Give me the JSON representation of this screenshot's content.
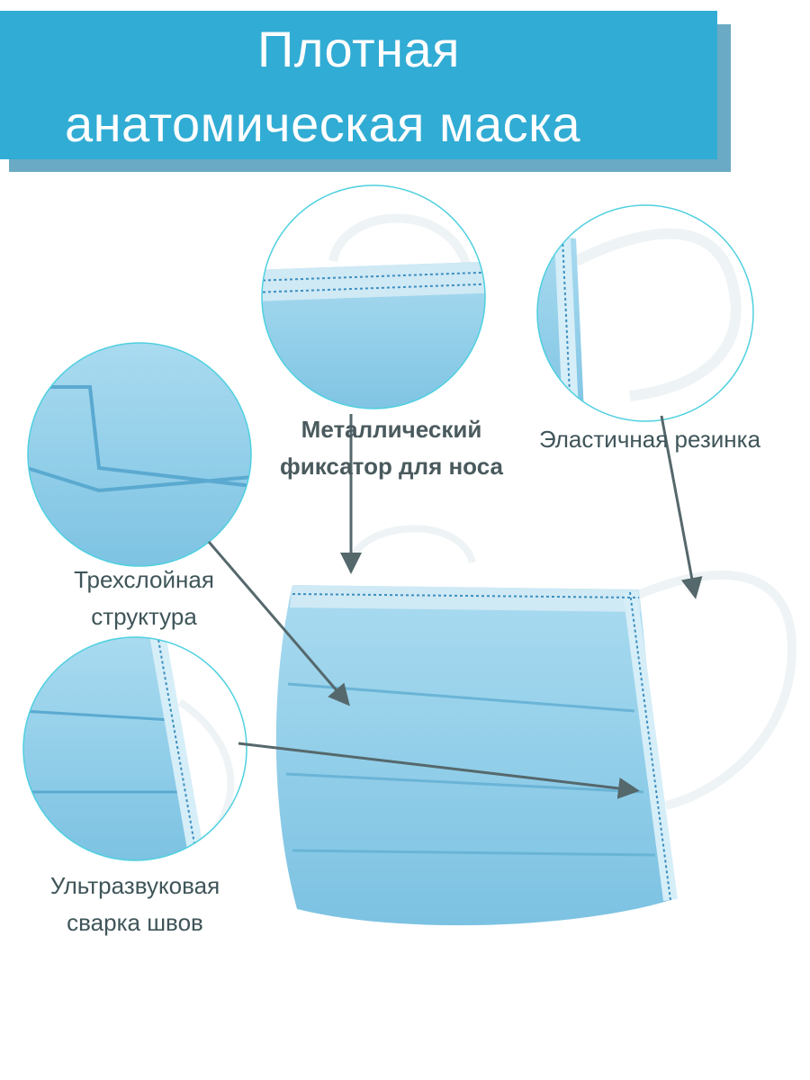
{
  "title": {
    "line1": "Плотная",
    "line2": "анатомическая маска"
  },
  "labels": {
    "nose_clip": {
      "line1": "Металлический",
      "line2": "фиксатор для носа"
    },
    "ear_loop": "Эластичная резинка",
    "layers": {
      "line1": "Трехслойная",
      "line2": "структура"
    },
    "welding": {
      "line1": "Ультразвуковая",
      "line2": "сварка швов"
    }
  },
  "colors": {
    "banner": "#31acd4",
    "banner_shadow": "#6aaac4",
    "mask": "#8fcbe6",
    "arrow": "#55686c",
    "circle": "#4fd0e0"
  }
}
